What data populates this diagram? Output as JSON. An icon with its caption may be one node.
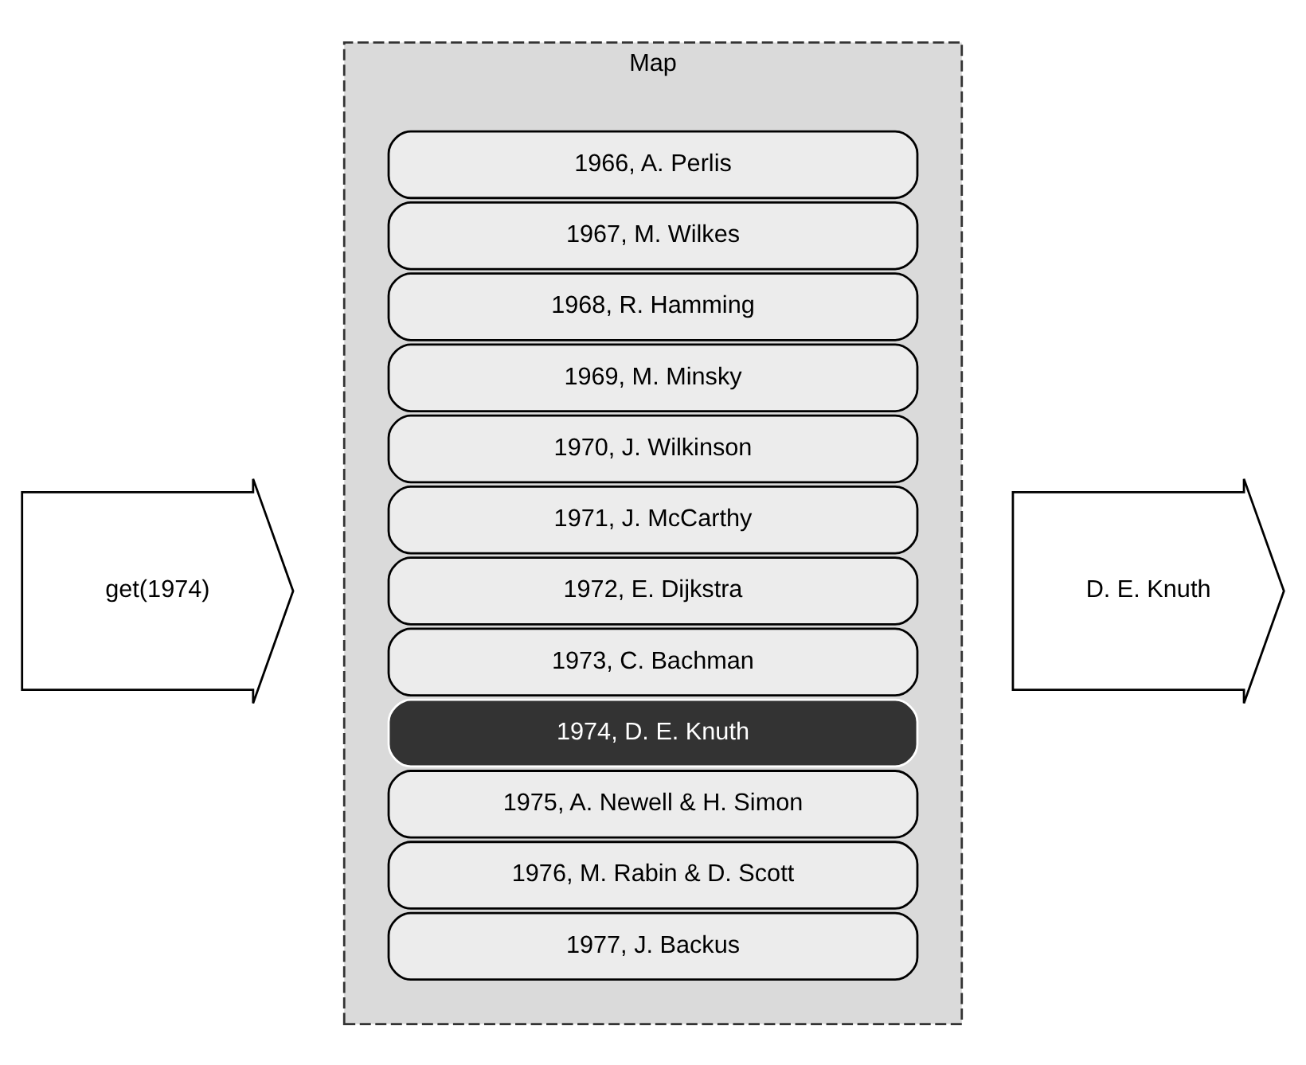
{
  "diagram": {
    "nodes": [
      {
        "text": [
          "get(1974)"
        ]
      },
      {
        "text": [
          "Map"
        ]
      },
      {
        "text": [
          "1966, A. Perlis"
        ],
        "in": 1
      },
      {
        "text": [
          "1967, M. Wilkes"
        ],
        "in": 1
      },
      {
        "text": [
          "1968, R. Hamming"
        ],
        "in": 1
      },
      {
        "text": [
          "1969, M. Minsky"
        ],
        "in": 1
      },
      {
        "text": [
          "1970, J. Wilkinson"
        ],
        "in": 1
      },
      {
        "text": [
          "1971, J. McCarthy"
        ],
        "in": 1
      },
      {
        "text": [
          "1972, E. Dijkstra"
        ],
        "in": 1
      },
      {
        "text": [
          "1973, C. Bachman"
        ],
        "in": 1
      },
      {
        "text": [
          "1974, D. E. Knuth"
        ],
        "in": 1
      },
      {
        "text": [
          "1975, A. Newell & H. Simon"
        ],
        "in": 1
      },
      {
        "text": [
          "1976, M. Rabin & D. Scott"
        ],
        "in": 1
      },
      {
        "text": [
          "1977, J. Backus"
        ],
        "in": 1
      },
      {
        "text": [
          "D. E. Knuth"
        ]
      }
    ]
  }
}
